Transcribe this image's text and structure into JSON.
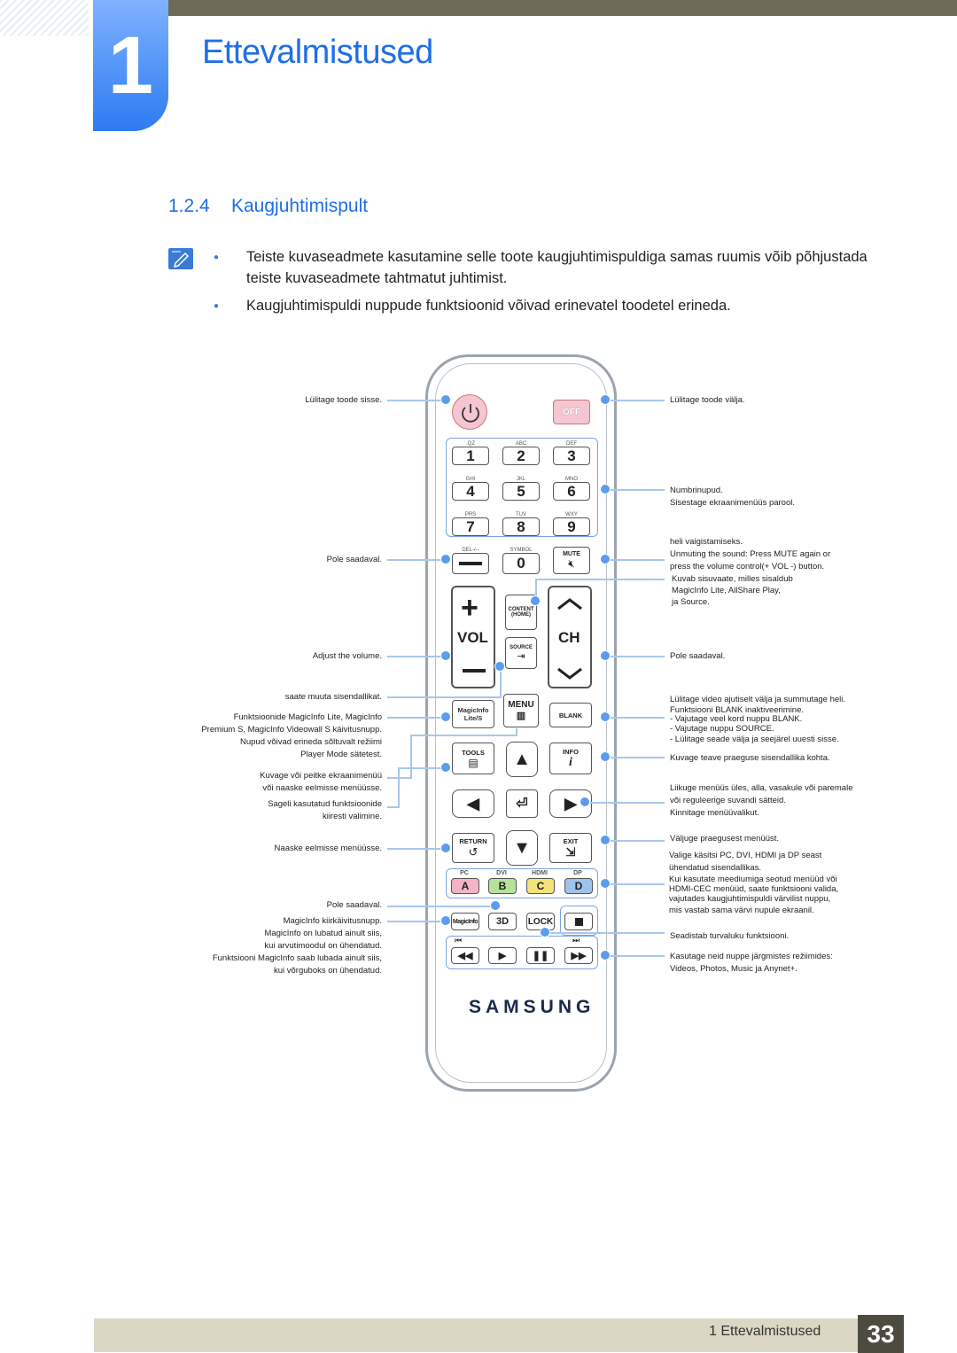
{
  "header": {
    "chapter_number": "1",
    "chapter_title": "Ettevalmistused"
  },
  "section": {
    "number": "1.2.4",
    "title": "Kaugjuhtimispult"
  },
  "notes": [
    {
      "line1": "Teiste kuvaseadmete kasutamine selle toote kaugjuhtimispuldiga samas ruumis võib põhjustada",
      "line2": "teiste kuvaseadmete tahtmatut juhtimist."
    },
    {
      "line1": "Kaugjuhtimispuldi nuppude funktsioonid võivad erinevatel toodetel erineda."
    }
  ],
  "remote": {
    "off": "OFF",
    "numbers": [
      {
        "digit": "1",
        "letters": ".QZ"
      },
      {
        "digit": "2",
        "letters": "ABC"
      },
      {
        "digit": "3",
        "letters": "DEF"
      },
      {
        "digit": "4",
        "letters": "GHI"
      },
      {
        "digit": "5",
        "letters": "JKL"
      },
      {
        "digit": "6",
        "letters": "MNO"
      },
      {
        "digit": "7",
        "letters": "PRS"
      },
      {
        "digit": "8",
        "letters": "TUV"
      },
      {
        "digit": "9",
        "letters": "WXY"
      }
    ],
    "del": "DEL-/--",
    "symbol": "SYMBOL",
    "zero": "0",
    "mute": "MUTE",
    "vol": "VOL",
    "ch": "CH",
    "content": "CONTENT",
    "home": "(HOME)",
    "source": "SOURCE",
    "magicinfo": "MagicInfo",
    "lite_s": "Lite/S",
    "menu": "MENU",
    "blank": "BLANK",
    "tools": "TOOLS",
    "info": "INFO",
    "return": "RETURN",
    "exit": "EXIT",
    "color_labels": [
      "PC",
      "DVI",
      "HDMI",
      "DP"
    ],
    "color_keys": [
      "A",
      "B",
      "C",
      "D"
    ],
    "magicinfo_key": "MagicInfo",
    "three_d": "3D",
    "lock": "LOCK",
    "brand": "SAMSUNG",
    "color_values": {
      "a": "#f3b4c6",
      "b": "#b5e39a",
      "c": "#f4e27a",
      "d": "#9fc3ea"
    }
  },
  "left_labels": {
    "power_on": "Lülitage toode sisse.",
    "del": "Pole saadaval.",
    "volume": "Adjust the volume.",
    "source": "saate muuta sisendallikat.",
    "magicinfo": [
      "Funktsioonide MagicInfo Lite, MagicInfo",
      "Premium S, MagicInfo Videowall S käivitusnupp.",
      "Nupud võivad erineda sõltuvalt režiimi",
      "Player Mode sätetest."
    ],
    "menu": [
      "Kuvage või peitke ekraanimenüü",
      "või naaske eelmisse menüüsse."
    ],
    "tools": [
      "Sageli kasutatud funktsioonide",
      "kiiresti valimine."
    ],
    "return": "Naaske eelmisse menüüsse.",
    "three_d": "Pole saadaval.",
    "magicinfo_key": [
      "MagicInfo kiirkäivitusnupp.",
      "MagicInfo on lubatud ainult siis,",
      "kui arvutimoodul on ühendatud.",
      "Funktsiooni MagicInfo saab lubada ainult siis,",
      "kui võrguboks on ühendatud."
    ]
  },
  "right_labels": {
    "power_off": "Lülitage toode välja.",
    "numbers": [
      "Numbrinupud.",
      "Sisestage ekraanimenüüs parool."
    ],
    "mute": [
      "heli vaigistamiseks.",
      "Unmuting the sound: Press MUTE again or",
      "press the volume control(+ VOL -) button."
    ],
    "content": [
      "Kuvab sisuvaate, milles sisaldub",
      "MagicInfo Lite, AllShare Play,",
      "ja Source."
    ],
    "ch": "Pole saadaval.",
    "blank": [
      "Lülitage video ajutiselt välja ja summutage heli.",
      "Funktsiooni BLANK inaktiveerimine.",
      "- Vajutage veel kord nuppu BLANK.",
      "- Vajutage nuppu SOURCE.",
      "- Lülitage seade välja ja seejärel uuesti sisse."
    ],
    "info": "Kuvage teave praeguse sisendallika kohta.",
    "arrows": [
      "Liikuge menüüs üles, alla, vasakule või paremale",
      "või reguleerige suvandi sätteid.",
      "Kinnitage menüüvalikut."
    ],
    "exit": "Väljuge praegusest menüüst.",
    "color": [
      "Valige käsitsi PC, DVI, HDMI ja DP seast",
      "ühendatud sisendallikas.",
      "Kui kasutate meediumiga seotud menüüd või",
      "HDMI-CEC menüüd, saate funktsiooni valida,",
      "vajutades kaugjuhtimispuldi värvilist nuppu,",
      "mis vastab sama värvi nupule ekraanil."
    ],
    "lock": "Seadistab turvaluku funktsiooni.",
    "media": [
      "Kasutage neid nuppe järgmistes režiimides:",
      "Videos, Photos, Music ja Anynet+."
    ]
  },
  "footer": {
    "text": "1 Ettevalmistused",
    "page": "33"
  }
}
